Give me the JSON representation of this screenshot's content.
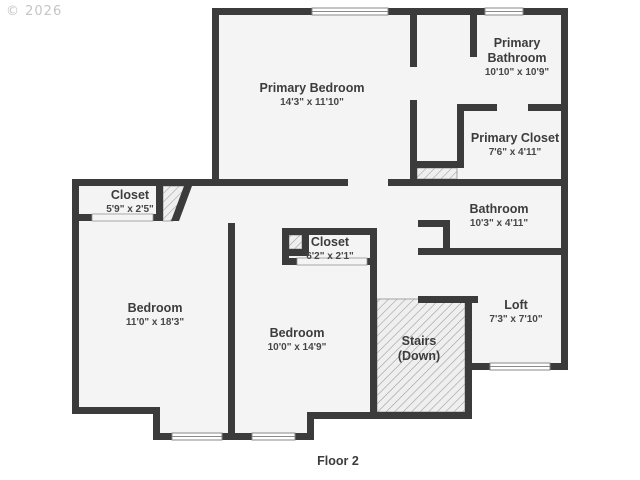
{
  "watermark": "© 2026",
  "floor_label": "Floor 2",
  "colors": {
    "wall": "#3b3b3b",
    "room-fill": "#f4f4f4",
    "hatch-line": "#9b9b9b",
    "hatch-fill": "#efefef",
    "window-frame": "#8a8a8a",
    "text": "#3c3c3c",
    "dims-text": "#464646",
    "watermark": "#c5c5c5",
    "background": "#ffffff"
  },
  "rooms": [
    {
      "id": "primary-bedroom",
      "name": "Primary Bedroom",
      "dims": "14'3\" x 11'10\""
    },
    {
      "id": "primary-bathroom",
      "name": "Primary Bathroom",
      "dims": "10'10\" x 10'9\""
    },
    {
      "id": "primary-closet",
      "name": "Primary Closet",
      "dims": "7'6\" x 4'11\""
    },
    {
      "id": "bathroom",
      "name": "Bathroom",
      "dims": "10'3\" x 4'11\""
    },
    {
      "id": "closet-upper",
      "name": "Closet",
      "dims": "5'9\" x 2'5\""
    },
    {
      "id": "closet-middle",
      "name": "Closet",
      "dims": "6'2\" x 2'1\""
    },
    {
      "id": "bedroom-left",
      "name": "Bedroom",
      "dims": "11'0\" x 18'3\""
    },
    {
      "id": "bedroom-middle",
      "name": "Bedroom",
      "dims": "10'0\" x 14'9\""
    },
    {
      "id": "stairs",
      "name": "Stairs",
      "dims": "(Down)"
    },
    {
      "id": "loft",
      "name": "Loft",
      "dims": "7'3\" x 7'10\""
    }
  ]
}
